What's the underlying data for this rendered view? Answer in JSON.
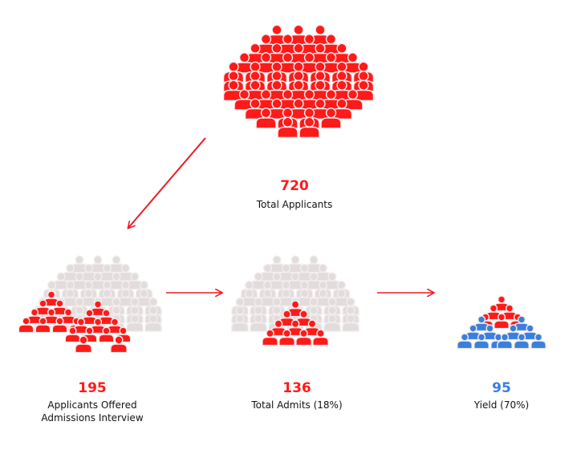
{
  "colors": {
    "red": "#ff1a1a",
    "blue": "#3a7fdb",
    "grey": "#e2dcdc",
    "arrow": "#ee1c24"
  },
  "total": {
    "value": "720",
    "label": "Total Applicants"
  },
  "interview": {
    "value": "195",
    "label_line1": "Applicants Offered",
    "label_line2": "Admissions Interview"
  },
  "admits": {
    "value": "136",
    "label": "Total Admits (18%)"
  },
  "yield": {
    "value": "95",
    "label": "Yield (70%)"
  }
}
